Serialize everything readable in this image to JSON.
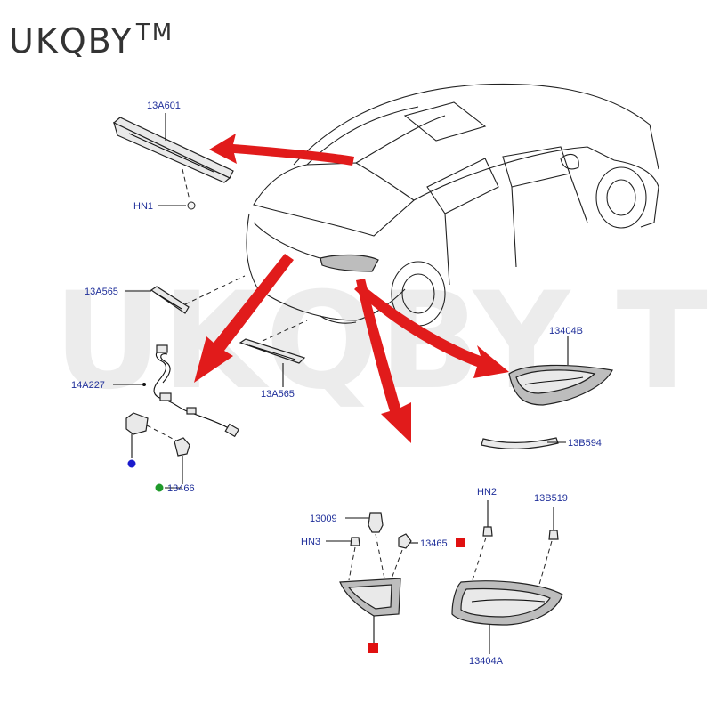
{
  "brand": {
    "name": "UKQBY",
    "tm": "TM"
  },
  "watermark": "UKQBY TM",
  "callouts": {
    "13A601": "13A601",
    "HN1": "HN1",
    "13A565_left": "13A565",
    "13A565_center": "13A565",
    "14A227": "14A227",
    "13466": "13466",
    "13404B": "13404B",
    "13B594": "13B594",
    "HN2": "HN2",
    "13B519": "13B519",
    "13009": "13009",
    "HN3": "HN3",
    "13465": "13465",
    "13404A": "13404A"
  },
  "colors": {
    "label_text": "#1f2f9a",
    "arrow_red": "#e11b1b",
    "marker_blue": "#1a1acc",
    "marker_green": "#1f9a2a",
    "marker_red": "#e01010"
  },
  "markers": [
    "blue-dot",
    "green-dot",
    "red-square",
    "red-square"
  ]
}
